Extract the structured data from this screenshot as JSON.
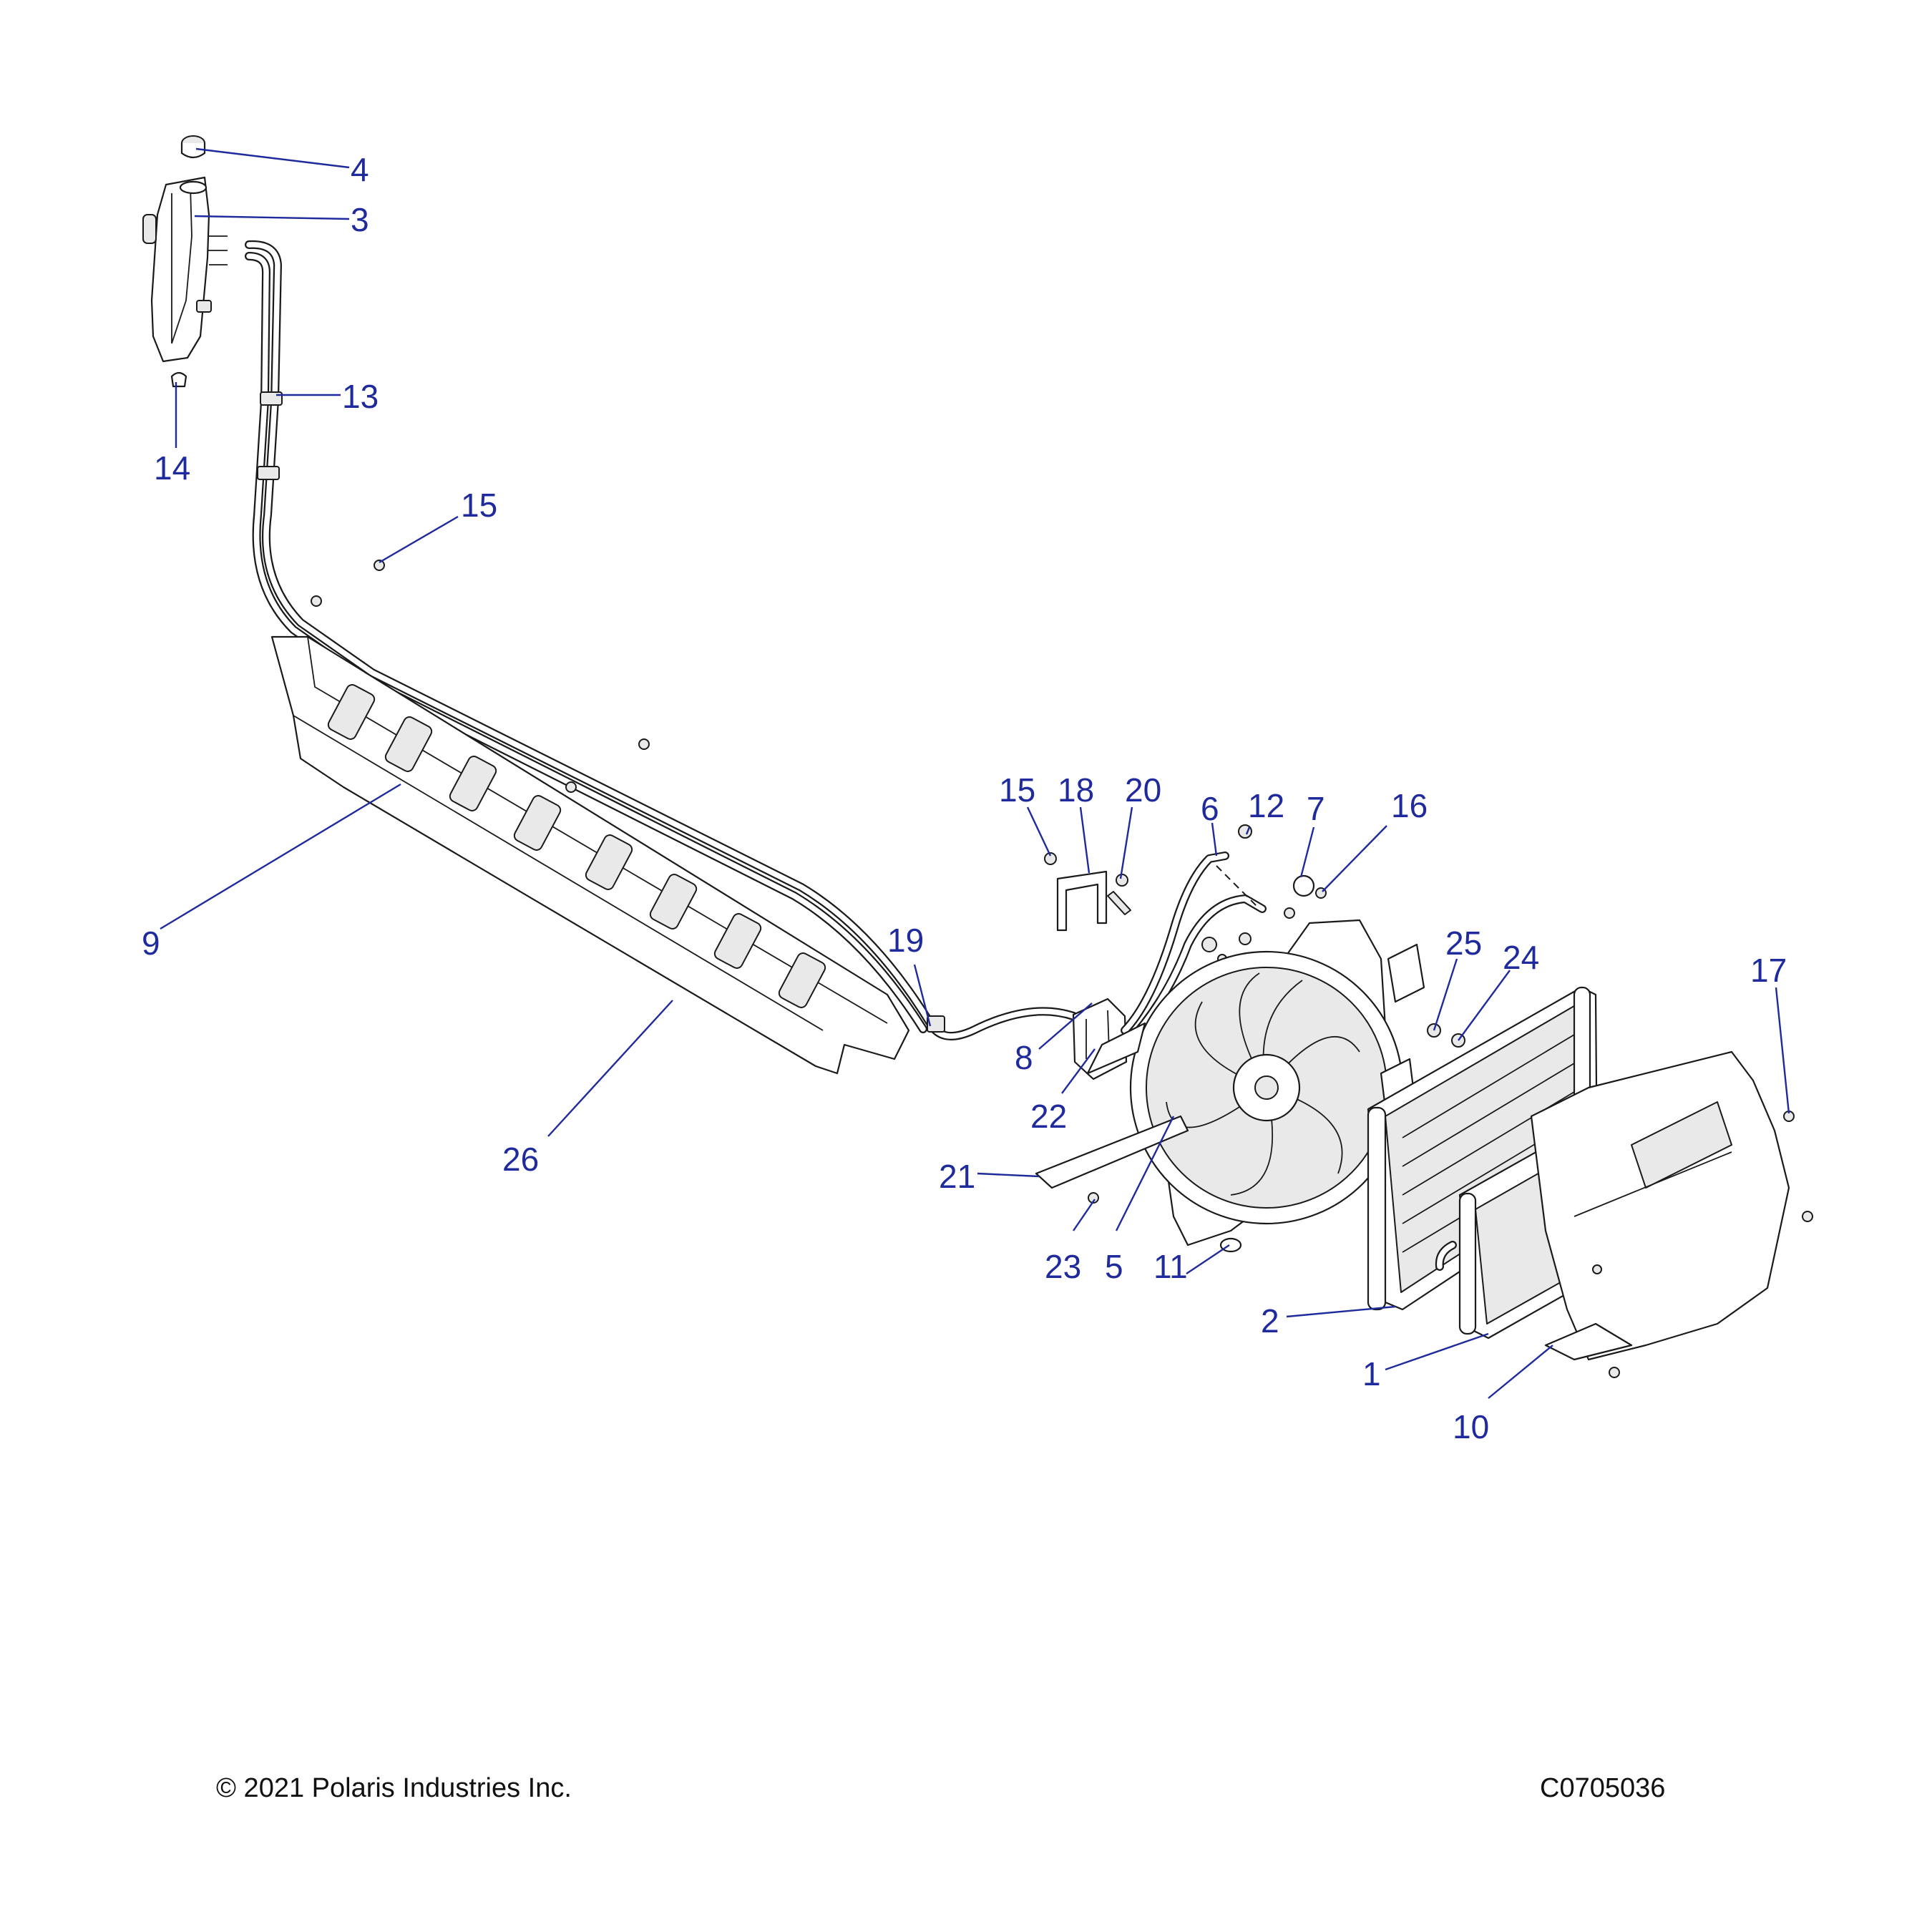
{
  "callouts": [
    {
      "text": "4"
    },
    {
      "text": "3"
    },
    {
      "text": "13"
    },
    {
      "text": "14"
    },
    {
      "text": "15"
    },
    {
      "text": "9"
    },
    {
      "text": "26"
    },
    {
      "text": "15"
    },
    {
      "text": "18"
    },
    {
      "text": "20"
    },
    {
      "text": "6"
    },
    {
      "text": "12"
    },
    {
      "text": "7"
    },
    {
      "text": "16"
    },
    {
      "text": "19"
    },
    {
      "text": "8"
    },
    {
      "text": "22"
    },
    {
      "text": "21"
    },
    {
      "text": "23"
    },
    {
      "text": "5"
    },
    {
      "text": "11"
    },
    {
      "text": "25"
    },
    {
      "text": "24"
    },
    {
      "text": "17"
    },
    {
      "text": "2"
    },
    {
      "text": "1"
    },
    {
      "text": "10"
    }
  ],
  "footer": {
    "copyright": "© 2021 Polaris Industries Inc.",
    "drawing_id": "C0705036"
  },
  "colors": {
    "callout": "#1f2a9c",
    "linework": "#1a1a1a"
  }
}
